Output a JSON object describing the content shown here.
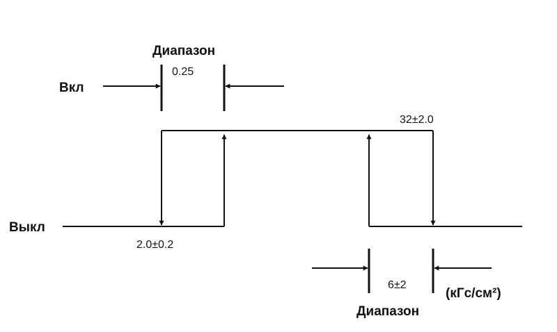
{
  "labels": {
    "on": "Вкл",
    "off": "Выкл",
    "range_top": "Диапазон",
    "range_top_value": "0.25",
    "off_point": "2.0±0.2",
    "high_point": "32±2.0",
    "range_bottom_value": "6±2",
    "unit": "(кГс/см²)",
    "range_bottom": "Диапазон"
  }
}
